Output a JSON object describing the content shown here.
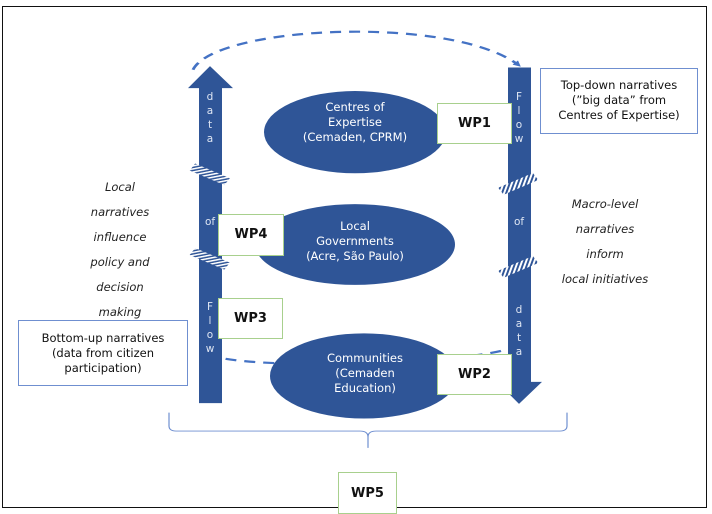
{
  "colors": {
    "arrow_blue": "#2f5597",
    "dashed_blue": "#4472c4",
    "wp_border": "#a8d08d",
    "note_border": "#6f8fd0"
  },
  "ellipses": [
    {
      "id": "centres",
      "lines": [
        "Centres of",
        "Expertise",
        "(Cemaden, CPRM)"
      ]
    },
    {
      "id": "local-gov",
      "lines": [
        "Local",
        "Governments",
        "(Acre, São Paulo)"
      ]
    },
    {
      "id": "communities",
      "lines": [
        "Communities",
        "(Cemaden",
        "Education)"
      ]
    }
  ],
  "work_packages": {
    "wp1": "WP1",
    "wp2": "WP2",
    "wp3": "WP3",
    "wp4": "WP4",
    "wp5": "WP5"
  },
  "notes": {
    "top_down": [
      "Top-down narratives",
      "(”big data” from",
      "Centres of Expertise)"
    ],
    "bottom_up": [
      "Bottom-up narratives",
      "(data from citizen",
      "participation)"
    ]
  },
  "annotations": {
    "left": [
      "Local",
      "narratives",
      "influence",
      "policy  and",
      "decision",
      "making"
    ],
    "right": [
      "Macro-level",
      "narratives",
      "inform",
      "local initiatives"
    ]
  },
  "arrows": {
    "left_up": {
      "direction": "up",
      "top_word": "data",
      "middle_word": "of",
      "bottom_word": "Flow"
    },
    "right_down": {
      "direction": "down",
      "top_word": "Flow",
      "middle_word": "of",
      "bottom_word": "data"
    }
  }
}
